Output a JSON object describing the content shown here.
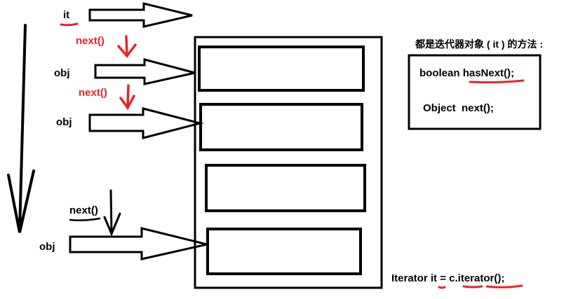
{
  "pointer_label": "it",
  "element_label": "obj",
  "next_call": "next()",
  "methods_box": {
    "heading": "都是迭代器对象 ( it ) 的方法 :",
    "line1_type": "boolean",
    "line1_method": "hasNext();",
    "line2": "Object  next();"
  },
  "iterator_statement": {
    "prefix": "Iterator",
    "var": "it",
    "equals": "=",
    "call": "c.iterator();"
  },
  "colors": {
    "ink": "#000000",
    "accent": "#e8232b"
  }
}
